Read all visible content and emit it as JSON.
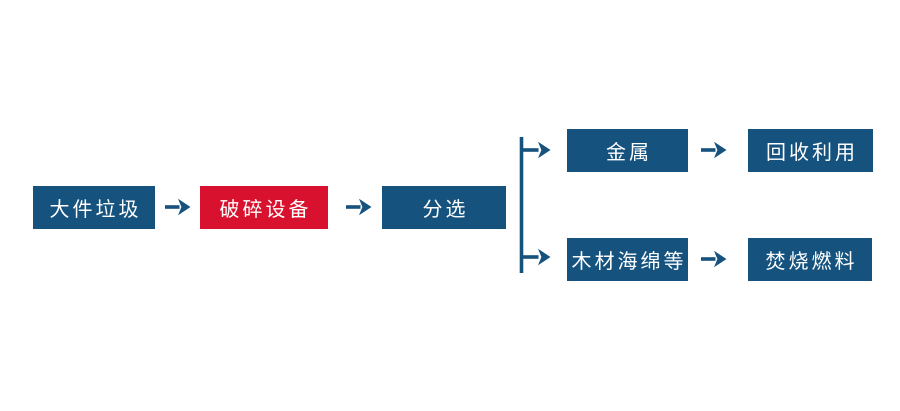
{
  "diagram": {
    "type": "flowchart",
    "direction": "left-to-right",
    "main_flow": [
      {
        "label": "大件垃圾",
        "style": "blue"
      },
      {
        "label": "破碎设备",
        "style": "red"
      },
      {
        "label": "分选",
        "style": "blue"
      }
    ],
    "branches": [
      {
        "material": {
          "label": "金属"
        },
        "destination": {
          "label": "回收利用"
        }
      },
      {
        "material": {
          "label": "木材海绵等"
        },
        "destination": {
          "label": "焚烧燃料"
        }
      }
    ]
  },
  "icons": {
    "arrow": "arrow-right-icon",
    "connector": "branch-connector"
  },
  "colors": {
    "primary_blue": "#15527E",
    "accent_red": "#D8112E",
    "text_white": "#FFFFFF",
    "background": "#FFFFFF"
  }
}
